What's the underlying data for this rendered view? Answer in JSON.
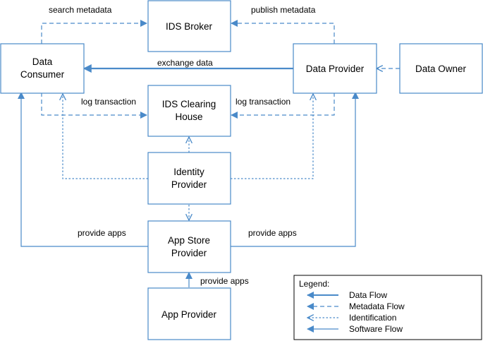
{
  "nodes": {
    "ids_broker": [
      "IDS Broker"
    ],
    "data_consumer": [
      "Data",
      "Consumer"
    ],
    "data_provider": [
      "Data Provider"
    ],
    "data_owner": [
      "Data Owner"
    ],
    "clearing_house": [
      "IDS Clearing",
      "House"
    ],
    "identity_provider": [
      "Identity",
      "Provider"
    ],
    "app_store": [
      "App Store",
      "Provider"
    ],
    "app_provider": [
      "App Provider"
    ]
  },
  "edges": {
    "search_metadata": "search metadata",
    "publish_metadata": "publish metadata",
    "exchange_data": "exchange data",
    "log_transaction_left": "log transaction",
    "log_transaction_right": "log transaction",
    "provide_apps_left": "provide apps",
    "provide_apps_right": "provide apps",
    "provide_apps_bottom": "provide apps"
  },
  "legend": {
    "title": "Legend:",
    "items": [
      {
        "label": "Data Flow",
        "style": "solid-thick"
      },
      {
        "label": "Metadata Flow",
        "style": "dashed"
      },
      {
        "label": "Identification",
        "style": "dotted"
      },
      {
        "label": "Software Flow",
        "style": "solid-thin"
      }
    ]
  },
  "colors": {
    "line": "#4a8ac9",
    "box_border": "#4a8ac9",
    "text": "#000000"
  }
}
